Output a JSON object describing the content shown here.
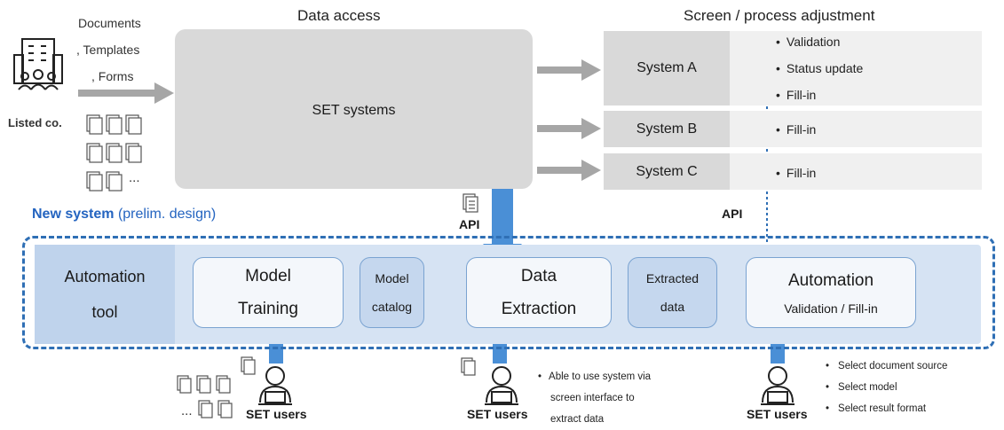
{
  "headers": {
    "data_access": "Data access",
    "screen_adjust": "Screen / process adjustment"
  },
  "source": {
    "lines": [
      "Documents",
      ", Templates",
      ", Forms"
    ],
    "entity_label": "Listed co.",
    "ellipsis": "..."
  },
  "set_systems": {
    "label": "SET systems"
  },
  "systems": [
    {
      "name": "System A",
      "actions": [
        "Validation",
        "Status update",
        "Fill-in"
      ]
    },
    {
      "name": "System B",
      "actions": [
        "Fill-in"
      ]
    },
    {
      "name": "System C",
      "actions": [
        "Fill-in"
      ]
    }
  ],
  "api_labels": {
    "left": "API",
    "right": "API"
  },
  "new_system": {
    "title_bold": "New system",
    "title_rest": " (prelim. design)"
  },
  "automation_tool": {
    "line1": "Automation",
    "line2": "tool"
  },
  "pipeline": {
    "model_training": [
      "Model",
      "Training"
    ],
    "model_catalog": [
      "Model",
      "catalog"
    ],
    "data_extraction": [
      "Data",
      "Extraction"
    ],
    "extracted_data": [
      "Extracted",
      "data"
    ],
    "automation": {
      "title": "Automation",
      "subtitle": "Validation / Fill-in"
    }
  },
  "users": {
    "label": "SET users",
    "ellipsis": "...",
    "extraction_notes": [
      "Able to use system via",
      "screen interface to",
      "extract data"
    ],
    "automation_notes": [
      "Select document source",
      "Select model",
      "Select result format"
    ]
  },
  "colors": {
    "blue_arrow": "#4a8fd6",
    "gray_arrow": "#a6a6a6",
    "dashed_frame": "#2f6fb5",
    "title_blue": "#2464c0"
  }
}
